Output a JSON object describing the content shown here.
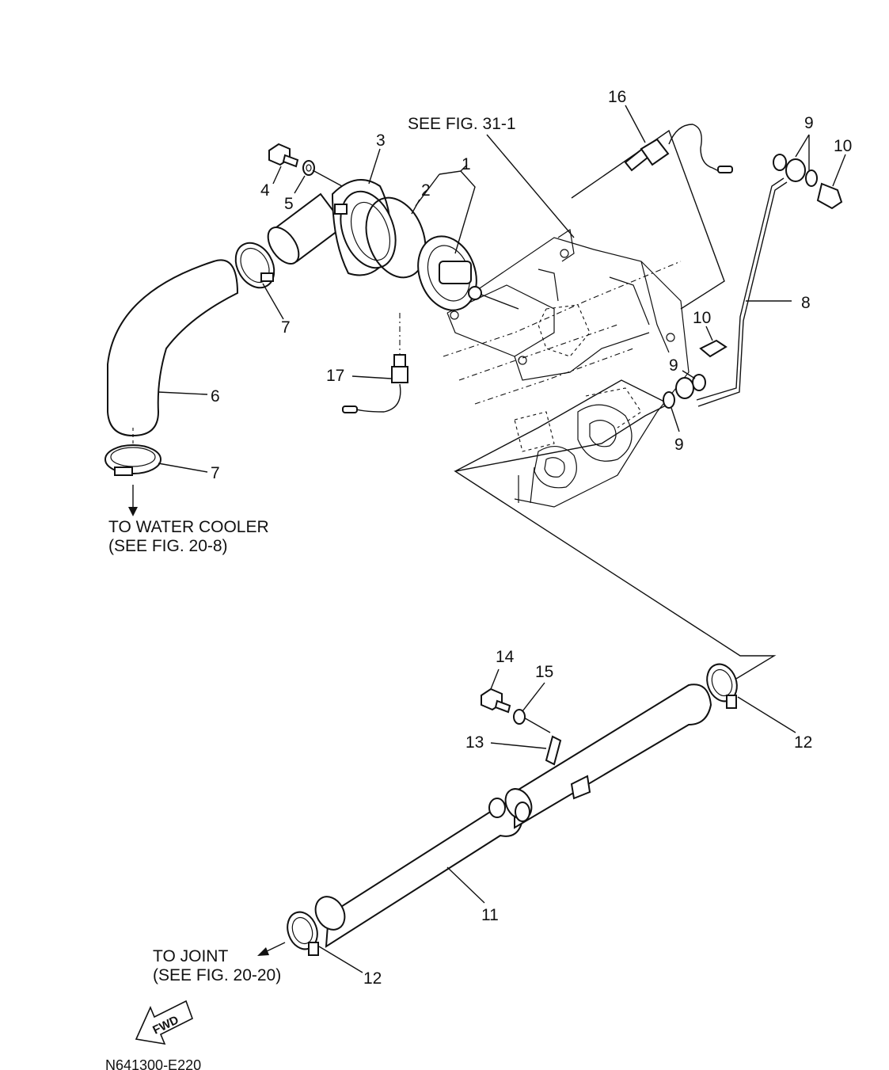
{
  "parts": {
    "p1": "1",
    "p2": "2",
    "p3": "3",
    "p4": "4",
    "p5": "5",
    "p6": "6",
    "p7a": "7",
    "p7b": "7",
    "p8": "8",
    "p9a": "9",
    "p9b": "9",
    "p9c": "9",
    "p10a": "10",
    "p10b": "10",
    "p11": "11",
    "p12a": "12",
    "p12b": "12",
    "p13": "13",
    "p14": "14",
    "p15": "15",
    "p16": "16",
    "p17": "17"
  },
  "notes": {
    "see_fig_31": "SEE FIG. 31-1",
    "water_cooler_line1": "TO WATER COOLER",
    "water_cooler_line2": "(SEE FIG. 20-8)",
    "joint_line1": "TO JOINT",
    "joint_line2": "(SEE FIG. 20-20)"
  },
  "fwd_label": "FWD",
  "drawing_code": "N641300-E220",
  "icons": [
    "fwd-arrow-icon",
    "down-arrow-icon",
    "left-arrow-icon"
  ]
}
